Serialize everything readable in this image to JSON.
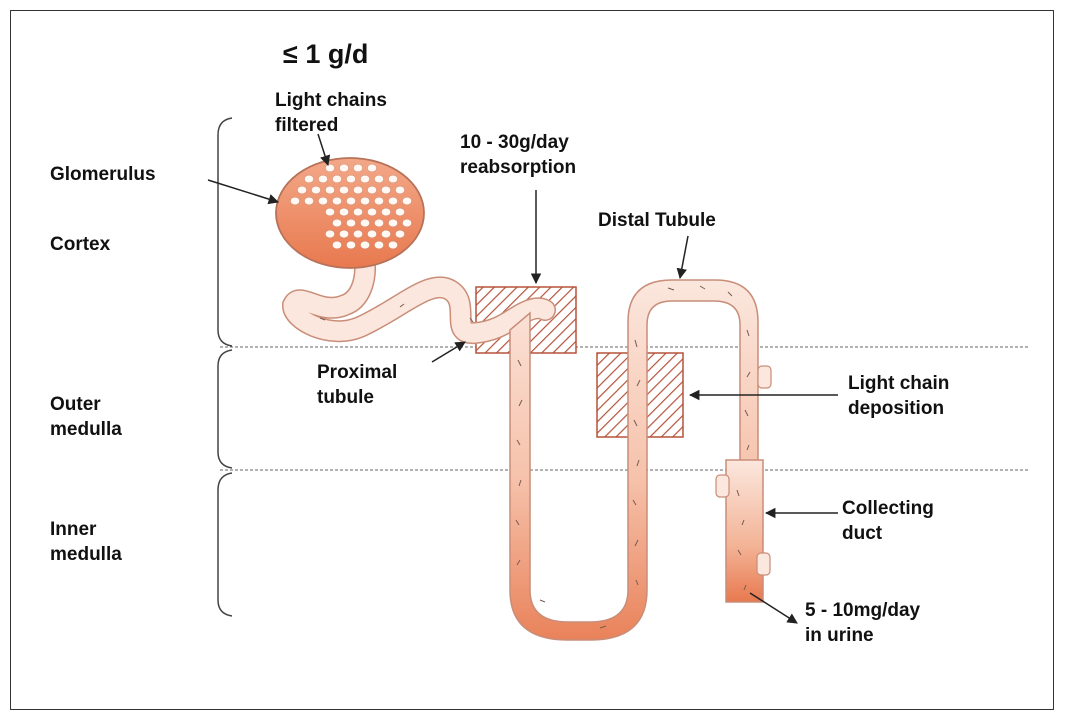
{
  "labels": {
    "filtration_rate": "≤ 1 g/d",
    "light_chains_filtered": [
      "Light chains",
      "filtered"
    ],
    "glomerulus": "Glomerulus",
    "cortex": "Cortex",
    "outer_medulla": [
      "Outer",
      "medulla"
    ],
    "inner_medulla": [
      "Inner",
      "medulla"
    ],
    "reabsorption": [
      "10 - 30g/day",
      "reabsorption"
    ],
    "distal_tubule": "Distal Tubule",
    "proximal_tubule": [
      "Proximal",
      "tubule"
    ],
    "light_chain_deposition": [
      "Light chain",
      "deposition"
    ],
    "collecting_duct": [
      "Collecting",
      "duct"
    ],
    "urine_excretion": [
      "5 - 10mg/day",
      "in urine"
    ]
  },
  "colors": {
    "tubule_light": "#fde6dc",
    "tubule_dark": "#e9825a",
    "hatch": "#b5533a",
    "line": "#222222"
  }
}
